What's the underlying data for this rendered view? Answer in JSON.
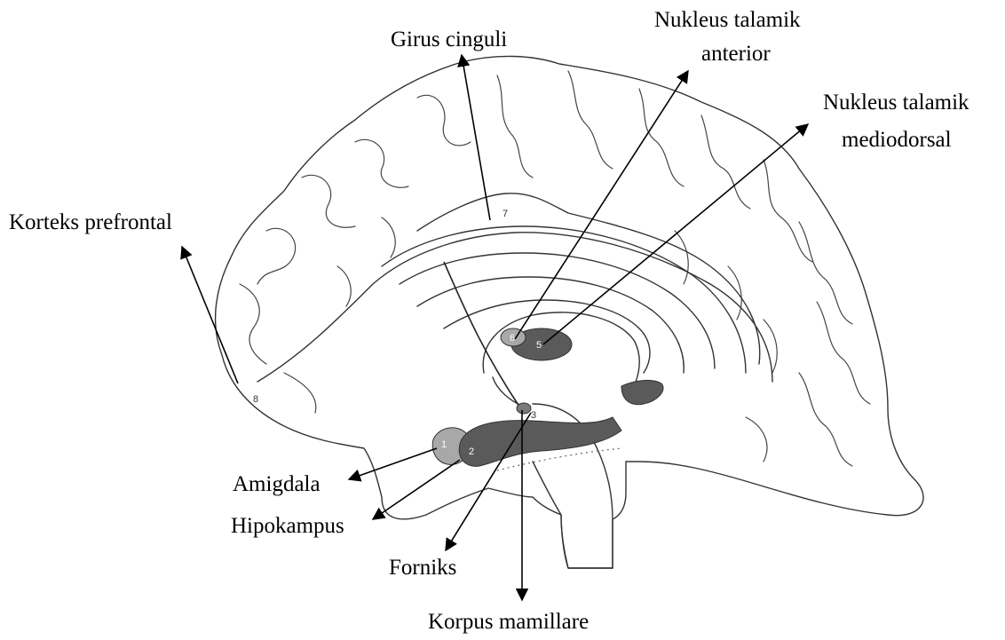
{
  "labels": {
    "girus_cinguli": "Girus cinguli",
    "nukleus_talamik_anterior_1": "Nukleus talamik",
    "nukleus_talamik_anterior_2": "anterior",
    "nukleus_talamik_mediodorsal_1": "Nukleus talamik",
    "nukleus_talamik_mediodorsal_2": "mediodorsal",
    "korteks_prefrontal": "Korteks prefrontal",
    "amigdala": "Amigdala",
    "hipokampus": "Hipokampus",
    "forniks": "Forniks",
    "korpus_mamillare": "Korpus mamillare"
  },
  "numbers": {
    "n1": "1",
    "n2": "2",
    "n3": "3",
    "n5": "5",
    "n6": "6",
    "n7": "7",
    "n8": "8"
  },
  "colors": {
    "dark_structure": "#5a5a5a",
    "light_structure": "#a8a8a8",
    "mid_structure": "#7a7a7a",
    "outline": "#333333"
  }
}
